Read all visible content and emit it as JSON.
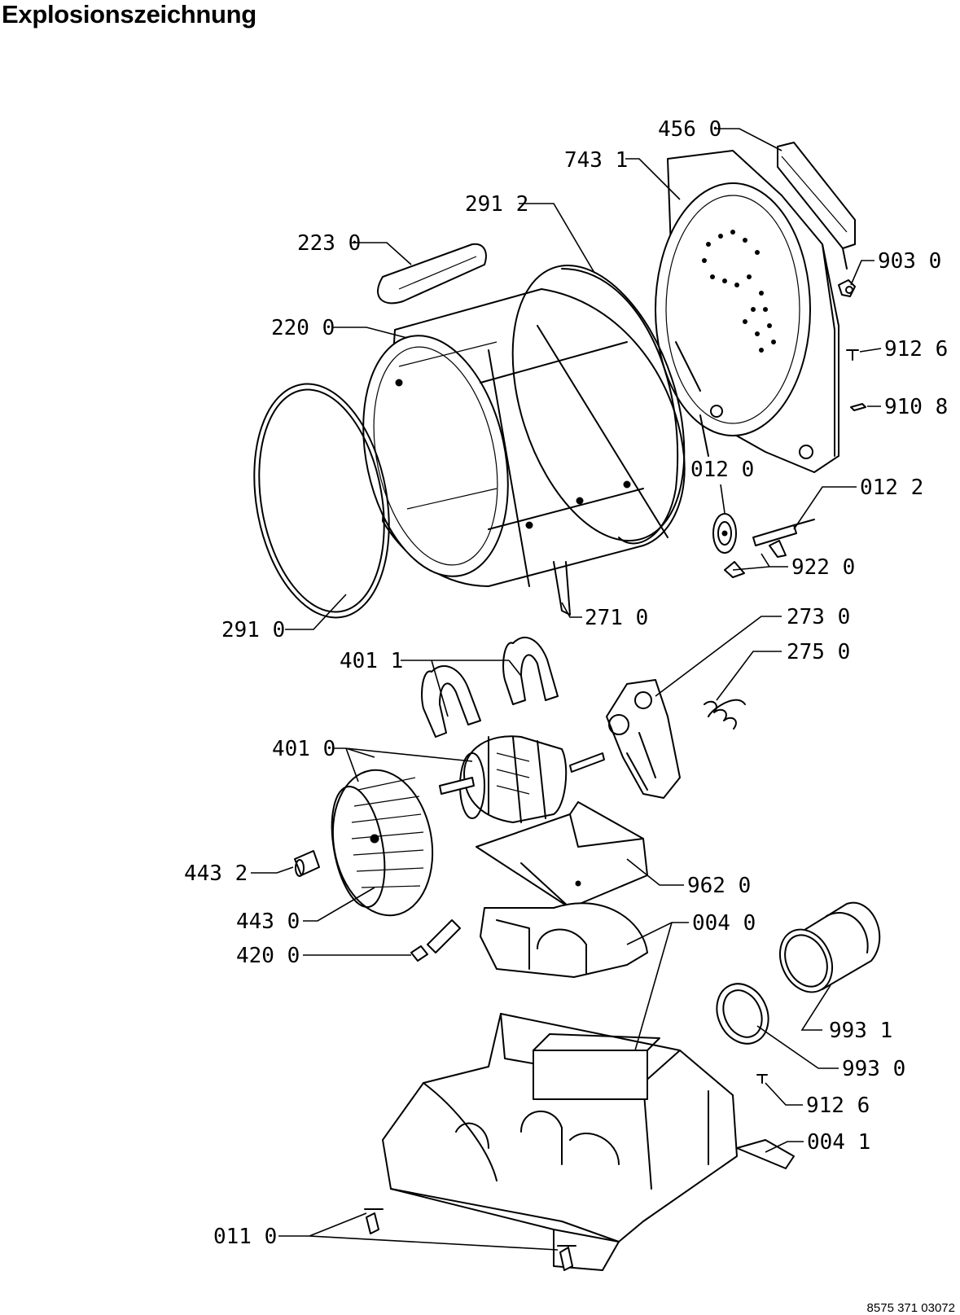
{
  "title": "Explosionszeichnung",
  "document_number": "8575 371 03072",
  "parts": {
    "p4560": "456 0",
    "p7431": "743 1",
    "p2912": "291 2",
    "p2230": "223 0",
    "p9030": "903 0",
    "p2200": "220 0",
    "p9126a": "912 6",
    "p9108": "910 8",
    "p0120": "012 0",
    "p0122": "012 2",
    "p9220": "922 0",
    "p2910": "291 0",
    "p2710": "271 0",
    "p2730": "273 0",
    "p4011": "401 1",
    "p2750": "275 0",
    "p4010": "401 0",
    "p4432": "443 2",
    "p9620": "962 0",
    "p4430": "443 0",
    "p0040": "004 0",
    "p4200": "420 0",
    "p9931": "993 1",
    "p9930": "993 0",
    "p9126b": "912 6",
    "p0041": "004 1",
    "p0110": "011 0"
  }
}
